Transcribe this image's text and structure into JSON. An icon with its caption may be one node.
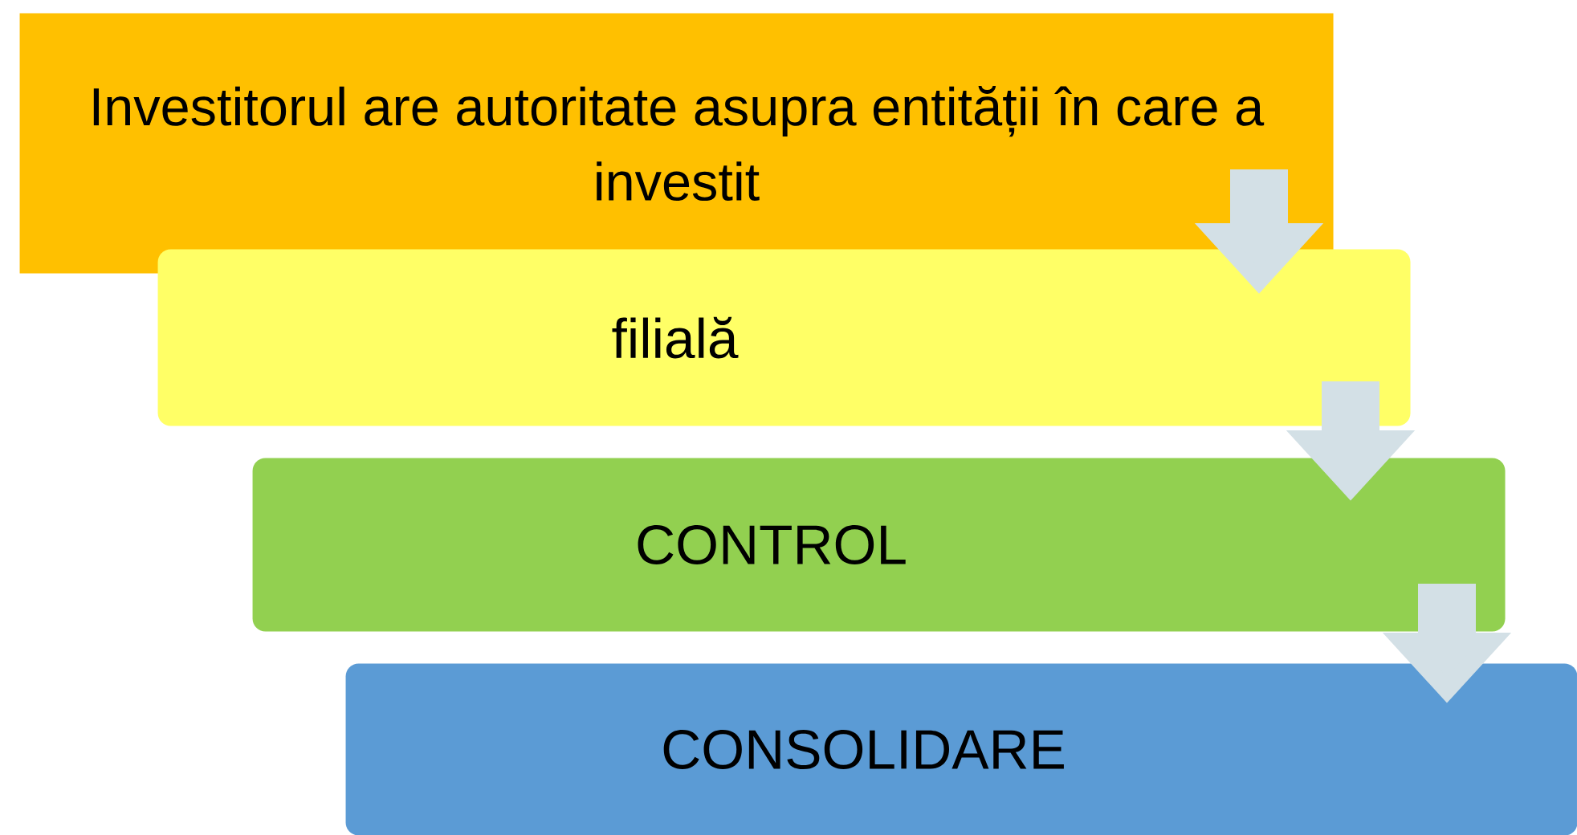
{
  "diagram": {
    "nodes": [
      {
        "text": [
          "Investitorul are autoritate asupra entității în care a investit"
        ]
      },
      {
        "text": [
          "filială"
        ]
      },
      {
        "text": [
          "CONTROL"
        ]
      },
      {
        "text": [
          "CONSOLIDARE"
        ]
      }
    ],
    "edges": [
      {
        "from": 0,
        "to": 1,
        "arrow": "to"
      },
      {
        "from": 1,
        "to": 2,
        "arrow": "to"
      },
      {
        "from": 2,
        "to": 3,
        "arrow": "to"
      }
    ]
  }
}
